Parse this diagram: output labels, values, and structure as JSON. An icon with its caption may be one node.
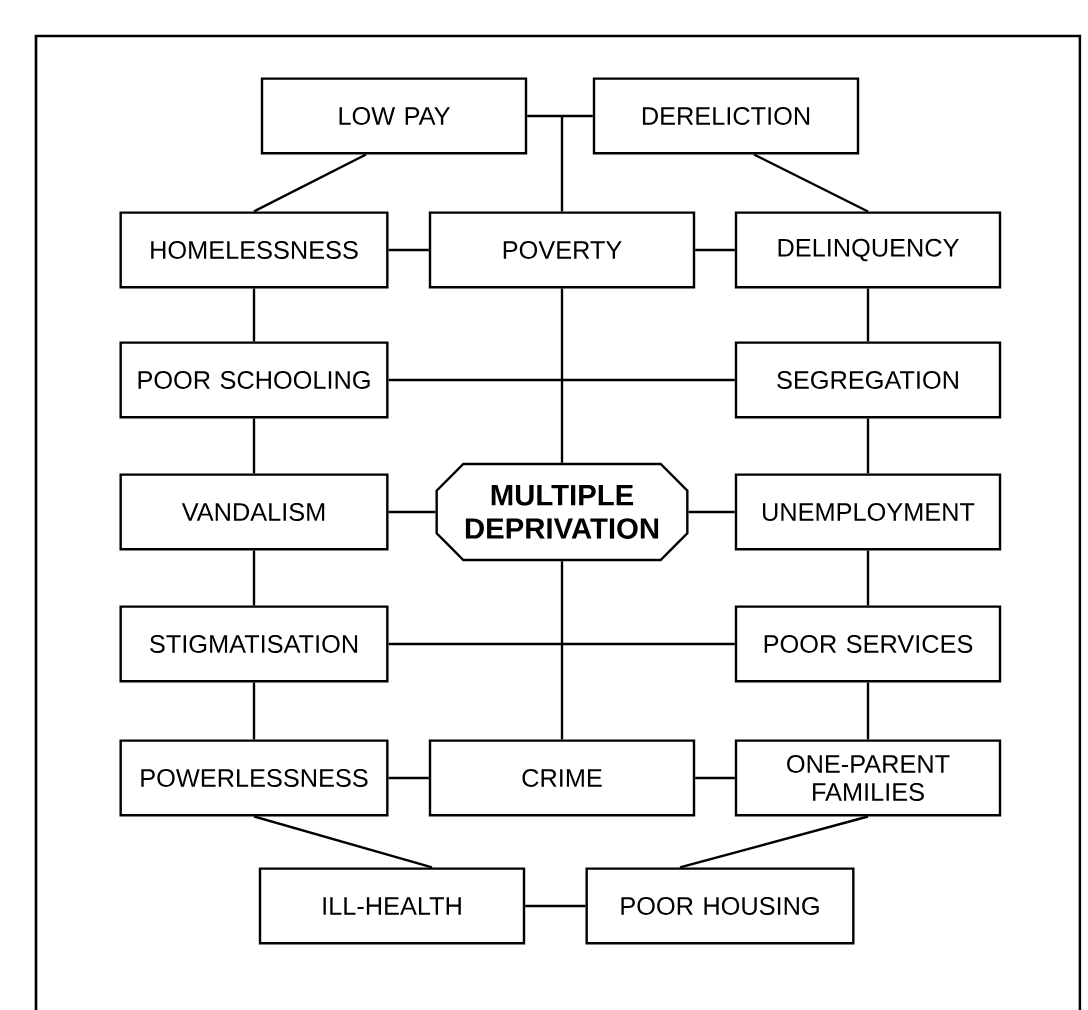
{
  "diagram": {
    "nodes": [
      {
        "text": [
          "LOW PAY"
        ]
      },
      {
        "text": [
          "DERELICTION"
        ]
      },
      {
        "text": [
          "HOMELESSNESS"
        ]
      },
      {
        "text": [
          "POVERTY"
        ]
      },
      {
        "text": [
          "DELINQUENCY"
        ]
      },
      {
        "text": [
          "POOR SCHOOLING"
        ]
      },
      {
        "text": [
          "SEGREGATION"
        ]
      },
      {
        "text": [
          "VANDALISM"
        ]
      },
      {
        "text": [
          "MULTIPLE DEPRIVATION"
        ]
      },
      {
        "text": [
          "UNEMPLOYMENT"
        ]
      },
      {
        "text": [
          "STIGMATISATION"
        ]
      },
      {
        "text": [
          "POOR SERVICES"
        ]
      },
      {
        "text": [
          "POWERLESSNESS"
        ]
      },
      {
        "text": [
          "CRIME"
        ]
      },
      {
        "text": [
          "ONE-PARENT FAMILIES"
        ]
      },
      {
        "text": [
          "ILL-HEALTH"
        ]
      },
      {
        "text": [
          "POOR HOUSING"
        ]
      }
    ],
    "edges": [
      {
        "from": 0,
        "to": 1,
        "arrow": "none"
      },
      {
        "from": 3,
        "to": 0,
        "arrow": "none"
      },
      {
        "from": 3,
        "to": 1,
        "arrow": "none"
      },
      {
        "from": 0,
        "to": 2,
        "arrow": "none"
      },
      {
        "from": 1,
        "to": 4,
        "arrow": "none"
      },
      {
        "from": 2,
        "to": 3,
        "arrow": "none"
      },
      {
        "from": 3,
        "to": 4,
        "arrow": "none"
      },
      {
        "from": 2,
        "to": 5,
        "arrow": "none"
      },
      {
        "from": 4,
        "to": 6,
        "arrow": "none"
      },
      {
        "from": 5,
        "to": 6,
        "arrow": "none"
      },
      {
        "from": 3,
        "to": 8,
        "arrow": "none"
      },
      {
        "from": 5,
        "to": 7,
        "arrow": "none"
      },
      {
        "from": 6,
        "to": 9,
        "arrow": "none"
      },
      {
        "from": 7,
        "to": 8,
        "arrow": "none"
      },
      {
        "from": 8,
        "to": 9,
        "arrow": "none"
      },
      {
        "from": 7,
        "to": 10,
        "arrow": "none"
      },
      {
        "from": 9,
        "to": 11,
        "arrow": "none"
      },
      {
        "from": 10,
        "to": 11,
        "arrow": "none"
      },
      {
        "from": 8,
        "to": 13,
        "arrow": "none"
      },
      {
        "from": 10,
        "to": 12,
        "arrow": "none"
      },
      {
        "from": 11,
        "to": 14,
        "arrow": "none"
      },
      {
        "from": 12,
        "to": 13,
        "arrow": "none"
      },
      {
        "from": 13,
        "to": 14,
        "arrow": "none"
      },
      {
        "from": 12,
        "to": 15,
        "arrow": "none"
      },
      {
        "from": 14,
        "to": 16,
        "arrow": "none"
      },
      {
        "from": 15,
        "to": 16,
        "arrow": "none"
      }
    ]
  }
}
